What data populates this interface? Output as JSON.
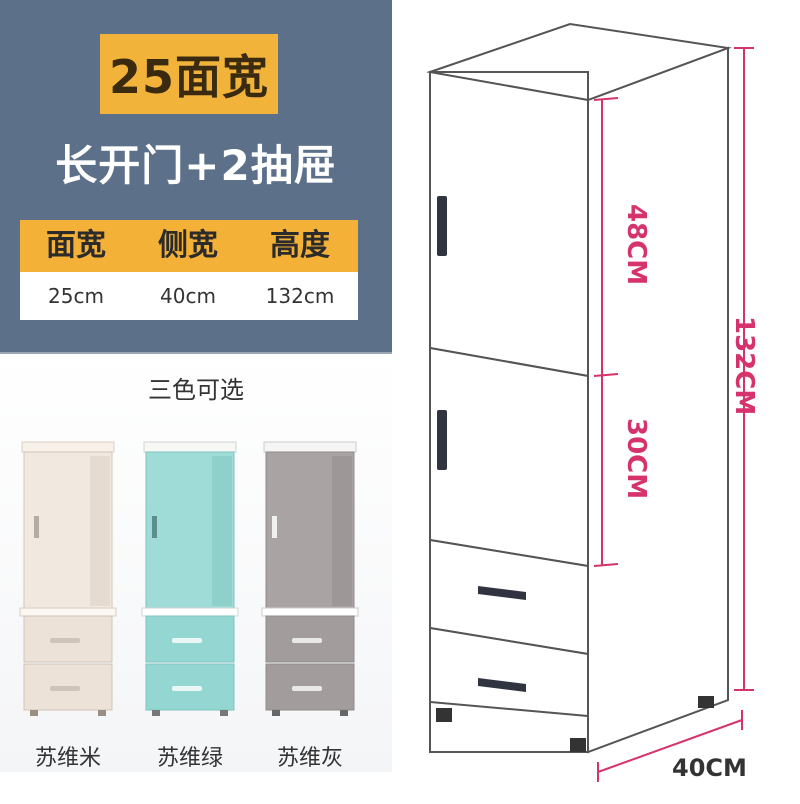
{
  "header": {
    "width_title": "25面宽",
    "subtitle": "长开门+2抽屉"
  },
  "spec_table": {
    "headers": [
      "面宽",
      "侧宽",
      "高度"
    ],
    "values": [
      "25cm",
      "40cm",
      "132cm"
    ]
  },
  "colors_section": {
    "title": "三色可选",
    "options": [
      {
        "name": "苏维米",
        "color": "#f1e8df"
      },
      {
        "name": "苏维绿",
        "color": "#9fdcd8"
      },
      {
        "name": "苏维灰",
        "color": "#a9a4a3"
      }
    ]
  },
  "diagram": {
    "upper_door_height": "48CM",
    "lower_door_height": "30CM",
    "total_height": "132CM",
    "depth": "40CM",
    "accent_color": "#d6336c"
  }
}
